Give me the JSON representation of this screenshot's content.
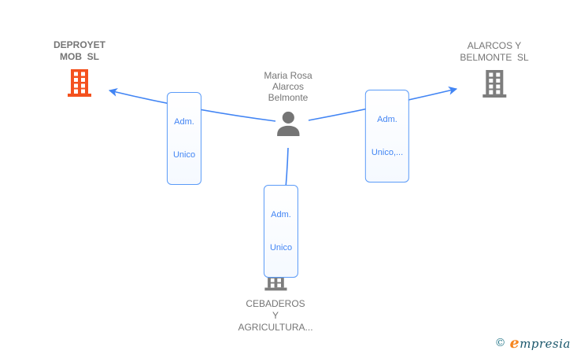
{
  "colors": {
    "edge_blue": "#4285f4",
    "label_border": "#5b9bf8",
    "label_text": "#4285f4",
    "node_text": "#757575",
    "building_highlight_orange": "#f4511e",
    "building_gray": "#7d7d7d",
    "person_gray": "#757575",
    "brand_teal": "#19566b",
    "brand_orange": "#f6861f"
  },
  "person": {
    "lines": [
      "Maria Rosa",
      "Alarcos",
      "Belmonte"
    ]
  },
  "companies": {
    "deproyet": {
      "lines": [
        "DEPROYET",
        "MOB  SL"
      ]
    },
    "alarcos": {
      "lines": [
        "ALARCOS Y",
        "BELMONTE  SL"
      ]
    },
    "cebaderos": {
      "lines": [
        "CEBADEROS",
        "Y",
        "AGRICULTURA..."
      ]
    }
  },
  "edges": {
    "left": {
      "lines": [
        "Adm.",
        "Unico"
      ]
    },
    "right": {
      "lines": [
        "Adm.",
        "Unico,..."
      ]
    },
    "bottom": {
      "lines": [
        "Adm.",
        "Unico"
      ]
    }
  },
  "footer": {
    "copyright": "©",
    "brand_initial": "e",
    "brand_rest": "mpresia"
  }
}
